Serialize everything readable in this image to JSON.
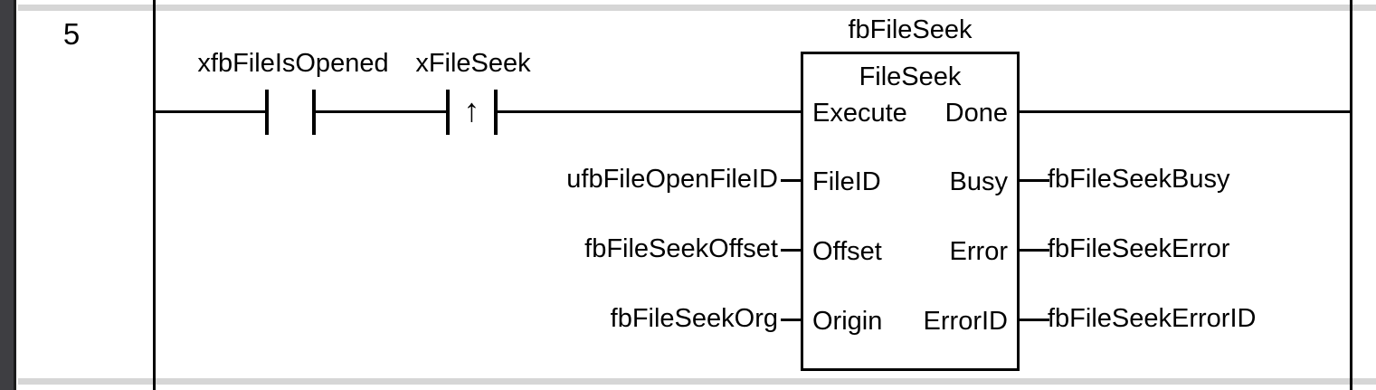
{
  "editor": {
    "rung_number": "5"
  },
  "rung": {
    "contacts": [
      {
        "label": "xfbFileIsOpened",
        "type": "normally-open",
        "edge_symbol": ""
      },
      {
        "label": "xFileSeek",
        "type": "rising-edge",
        "edge_symbol": "↑"
      }
    ]
  },
  "function_block": {
    "instance_name": "fbFileSeek",
    "type_name": "FileSeek",
    "inputs": [
      {
        "pin": "Execute",
        "variable": ""
      },
      {
        "pin": "FileID",
        "variable": "ufbFileOpenFileID"
      },
      {
        "pin": "Offset",
        "variable": "fbFileSeekOffset"
      },
      {
        "pin": "Origin",
        "variable": "fbFileSeekOrg"
      }
    ],
    "outputs": [
      {
        "pin": "Done",
        "variable": ""
      },
      {
        "pin": "Busy",
        "variable": "fbFileSeekBusy"
      },
      {
        "pin": "Error",
        "variable": "fbFileSeekError"
      },
      {
        "pin": "ErrorID",
        "variable": "fbFileSeekErrorID"
      }
    ]
  },
  "colors": {
    "wire": "#000000",
    "gutter": "#3e3e42",
    "separator": "#d6d6d6",
    "text": "#000000",
    "background": "#ffffff"
  }
}
